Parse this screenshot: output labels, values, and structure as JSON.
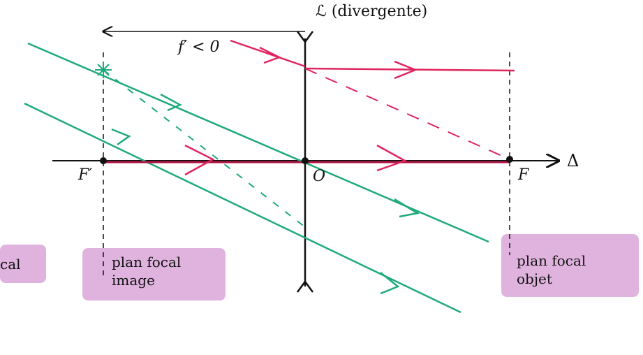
{
  "title": "ℒ (divergente)",
  "focal_note": "f′ < 0",
  "points": {
    "image_focus": "F′",
    "center": "O",
    "object_focus": "F",
    "axis": "Δ"
  },
  "labels": {
    "left_cropped": "cal",
    "image_plane": [
      "plan focal",
      "image"
    ],
    "object_plane": [
      "plan focal",
      "objet"
    ]
  },
  "colors": {
    "green": "#1faa7a",
    "red": "#e0245e",
    "highlight": "#d9a6d8",
    "ink": "#111111"
  }
}
